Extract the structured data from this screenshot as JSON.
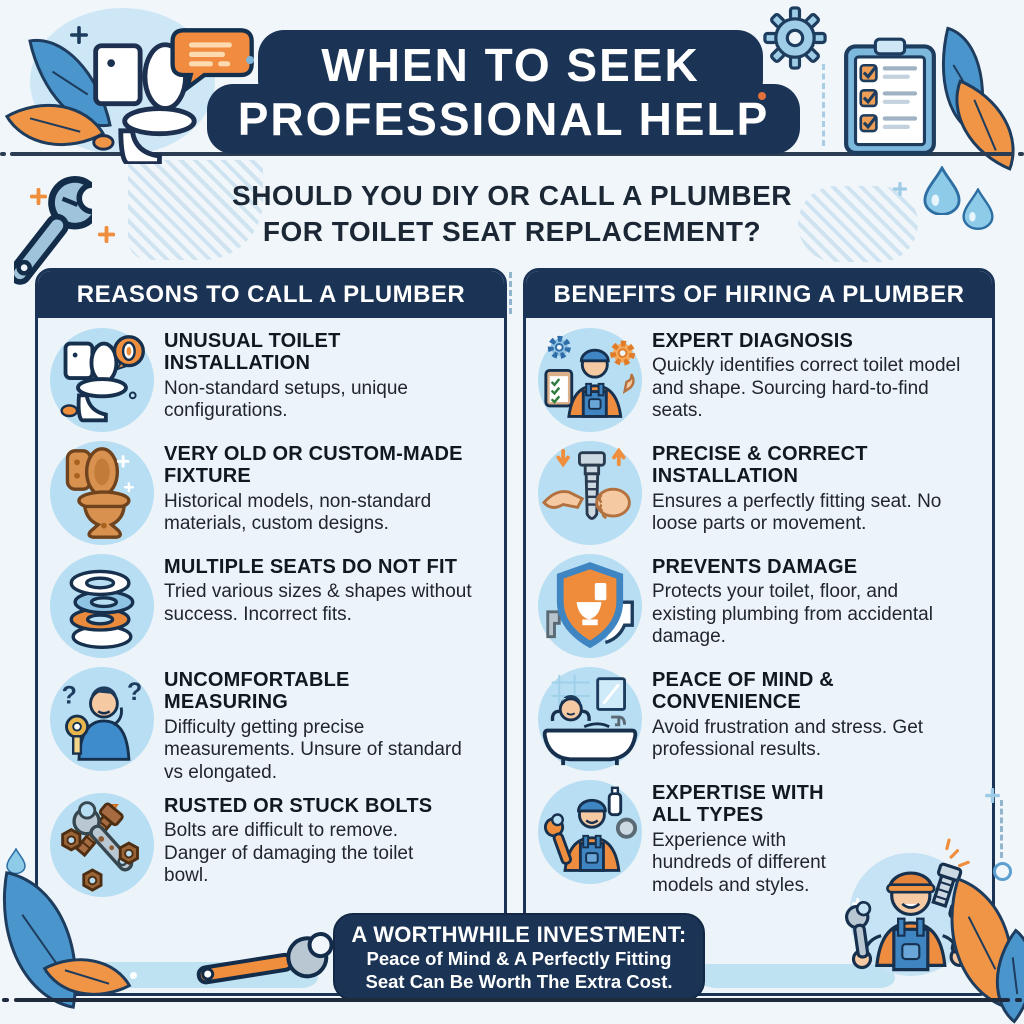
{
  "header": {
    "title_line1": "WHEN TO SEEK",
    "title_line2": "PROFESSIONAL HELP",
    "subtitle_line1": "SHOULD YOU DIY OR CALL A PLUMBER",
    "subtitle_line2": "FOR TOILET SEAT REPLACEMENT?"
  },
  "columns": {
    "left": {
      "header": "REASONS TO CALL A PLUMBER",
      "items": [
        {
          "icon": "unusual-toilet-icon",
          "title": "UNUSUAL TOILET INSTALLATION",
          "description": "Non-standard setups, unique configurations."
        },
        {
          "icon": "antique-toilet-icon",
          "title": "VERY OLD OR CUSTOM-MADE FIXTURE",
          "description": "Historical models, non-standard materials, custom designs."
        },
        {
          "icon": "seat-stack-icon",
          "title": "MULTIPLE SEATS DO NOT FIT",
          "description": "Tried various sizes & shapes without success. Incorrect fits."
        },
        {
          "icon": "measuring-man-icon",
          "title": "UNCOMFORTABLE MEASURING",
          "description": "Difficulty getting precise measurements. Unsure of standard vs elongated."
        },
        {
          "icon": "rusted-bolts-icon",
          "title": "RUSTED OR STUCK BOLTS",
          "description": "Bolts are difficult to remove. Danger of damaging the toilet bowl."
        }
      ]
    },
    "right": {
      "header": "BENEFITS OF HIRING A PLUMBER",
      "items": [
        {
          "icon": "expert-plumber-icon",
          "title": "EXPERT DIAGNOSIS",
          "description": "Quickly identifies correct toilet model and shape. Sourcing hard-to-find seats."
        },
        {
          "icon": "bolt-hands-icon",
          "title": "PRECISE & CORRECT INSTALLATION",
          "description": "Ensures a perfectly fitting seat. No loose parts or movement."
        },
        {
          "icon": "shield-toilet-icon",
          "title": "PREVENTS DAMAGE",
          "description": "Protects your toilet, floor, and existing plumbing from accidental damage."
        },
        {
          "icon": "bathtub-relax-icon",
          "title": "PEACE OF MIND & CONVENIENCE",
          "description": "Avoid frustration and stress. Get professional results."
        },
        {
          "icon": "plumber-tools-icon",
          "title": "EXPERTISE WITH ALL TYPES",
          "description": "Experience with hundreds of different models and styles."
        }
      ]
    }
  },
  "footer": {
    "title": "A WORTHWHILE INVESTMENT:",
    "line1": "Peace of Mind & A Perfectly Fitting",
    "line2": "Seat Can Be Worth The Extra Cost."
  },
  "decor_icons": [
    "toilet-icon",
    "chat-bubble-icon",
    "gear-icon",
    "checklist-clipboard-icon",
    "leaf-icon",
    "adjustable-wrench-icon",
    "orange-wrench-icon",
    "water-drop-icon",
    "plus-icon",
    "plumber-character-icon",
    "wave-icon"
  ],
  "colors": {
    "navy": "#1b3456",
    "orange": "#ee8c3f",
    "blue": "#4a96cc",
    "light_blue": "#b8def3",
    "card_bg": "#edf4f9",
    "page_bg": "#f1f6fa"
  }
}
